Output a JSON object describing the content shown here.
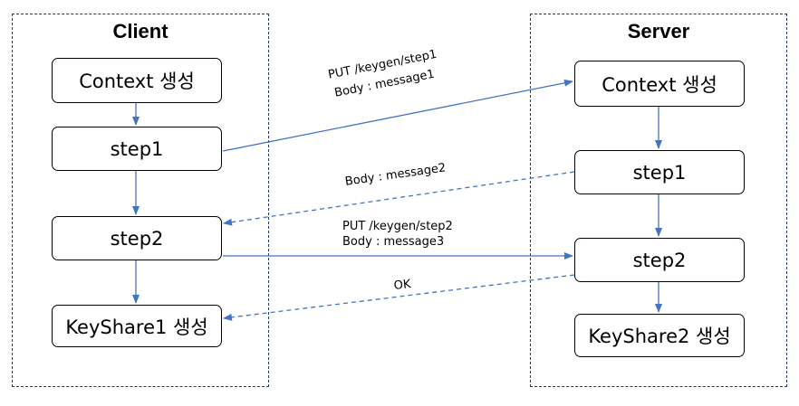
{
  "client": {
    "title": "Client",
    "nodes": {
      "context": "Context 생성",
      "step1": "step1",
      "step2": "step2",
      "keyshare": "KeyShare1 생성"
    }
  },
  "server": {
    "title": "Server",
    "nodes": {
      "context": "Context 생성",
      "step1": "step1",
      "step2": "step2",
      "keyshare": "KeyShare2 생성"
    }
  },
  "messages": {
    "put_step1": {
      "line1": "PUT /keygen/step1",
      "line2": "Body : message1"
    },
    "message2": {
      "line1": "Body : message2"
    },
    "put_step2": {
      "line1": "PUT /keygen/step2",
      "line2": "Body : message3"
    },
    "ok": {
      "line1": "OK"
    }
  },
  "colors": {
    "arrow": "#4472c4",
    "lane_border": "#1f3864"
  }
}
